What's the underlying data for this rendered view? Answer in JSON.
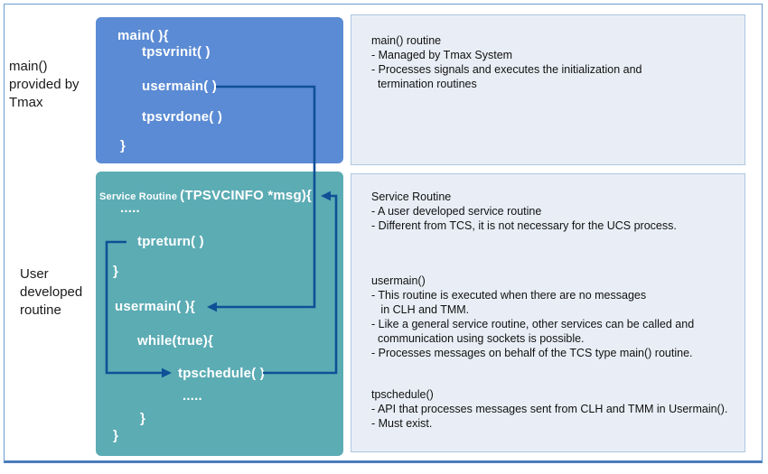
{
  "colors": {
    "main_box_bg": "#5b8bd4",
    "user_box_bg": "#5cacb4",
    "panel_bg": "#e9eef6",
    "panel_border": "#aec6df",
    "frame_border": "#6d9ad0",
    "bottom_rule": "#4a7dbd",
    "arrow": "#0f5096",
    "code_text": "#ffffff"
  },
  "left_labels": {
    "main_provider": "main()\nprovided by\nTmax",
    "user_developed": "User\ndeveloped\nroutine"
  },
  "main_box": {
    "open": "main( ){",
    "tpsvrinit": "tpsvrinit( )",
    "usermain": "usermain( )",
    "tpsvrdone": "tpsvrdone( )",
    "close": "}"
  },
  "user_box": {
    "header_small": "Service Routine",
    "header_rest": "(TPSVCINFO *msg){",
    "dots1": ".....",
    "tpreturn": "tpreturn( )",
    "close1": "}",
    "usermain_open": "usermain( ){",
    "while_open": "while(true){",
    "tpschedule": "tpschedule( )",
    "dots2": ".....",
    "close2": "}",
    "close3": "}"
  },
  "panels": {
    "main_routine": {
      "lines": [
        "main() routine",
        "- Managed by Tmax System",
        "- Processes signals and executes the initialization and",
        "  termination routines"
      ]
    },
    "service_routine": {
      "lines": [
        "Service Routine",
        "- A user developed service routine",
        "- Different from TCS, it is not necessary for the UCS process."
      ]
    },
    "usermain": {
      "lines": [
        "usermain()",
        "- This routine is executed when there are no messages",
        "   in CLH and TMM.",
        "- Like a general service routine, other services can be called and",
        "  communication using sockets is possible.",
        "- Processes messages on behalf of the TCS type main() routine."
      ]
    },
    "tpschedule": {
      "lines": [
        "tpschedule()",
        "- API that processes messages sent from CLH and TMM in Usermain().",
        "- Must exist."
      ]
    }
  }
}
